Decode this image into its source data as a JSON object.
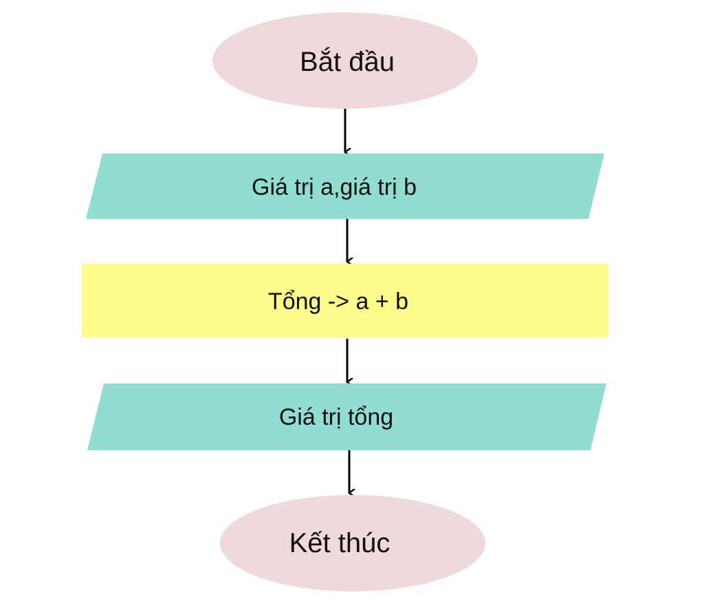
{
  "flowchart": {
    "start": {
      "label": "Bắt đầu",
      "color": "#f0d9da"
    },
    "input": {
      "label": "Giá trị a,giá trị b",
      "color": "#92ddd1"
    },
    "process": {
      "label": "Tổng -> a + b",
      "color": "#fdfb8c"
    },
    "output": {
      "label": "Giá trị tổng",
      "color": "#92ddd1"
    },
    "end": {
      "label": "Kết thúc",
      "color": "#f0d9da"
    }
  }
}
